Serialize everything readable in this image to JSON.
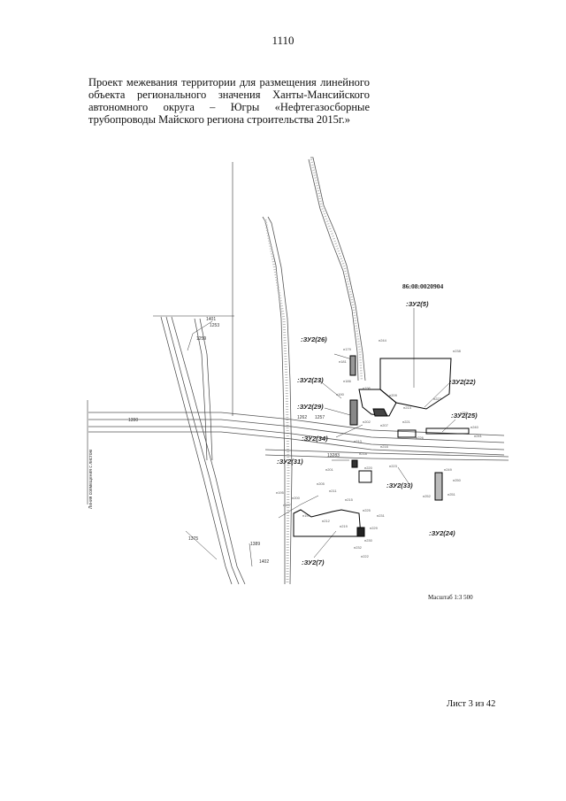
{
  "page_number": "1110",
  "title": "Проект межевания территории для размещения линейного объекта регионального значения Ханты-Мансийского автономного округа – Югры «Нефтегазосборные трубопроводы Майского региона строительства 2015г.»",
  "map": {
    "quarter_code": "86:08:0020904",
    "plots": {
      "p5": ":ЗУ2(5)",
      "p26": ":ЗУ2(26)",
      "p23": ":ЗУ2(23)",
      "p22": ":ЗУ2(22)",
      "p29": ":ЗУ2(29)",
      "p25": ":ЗУ2(25)",
      "p34": ":ЗУ2(34)",
      "p31": ":ЗУ2(31)",
      "p33": ":ЗУ2(33)",
      "p24": ":ЗУ2(24)",
      "p7": ":ЗУ2(7)"
    },
    "labels": {
      "l1401": "1401",
      "l1253": "1253",
      "l1259": "1259",
      "l1390": "1390",
      "l1262": "1262",
      "l1257": "1257",
      "l1375": "1375",
      "l1389": "1389",
      "l1402": "1402",
      "l13283": "13283",
      "side": "Линия совмещения с листом"
    }
  },
  "scale": "Масштаб 1:3 500",
  "sheet": "Лист 3  из 42"
}
